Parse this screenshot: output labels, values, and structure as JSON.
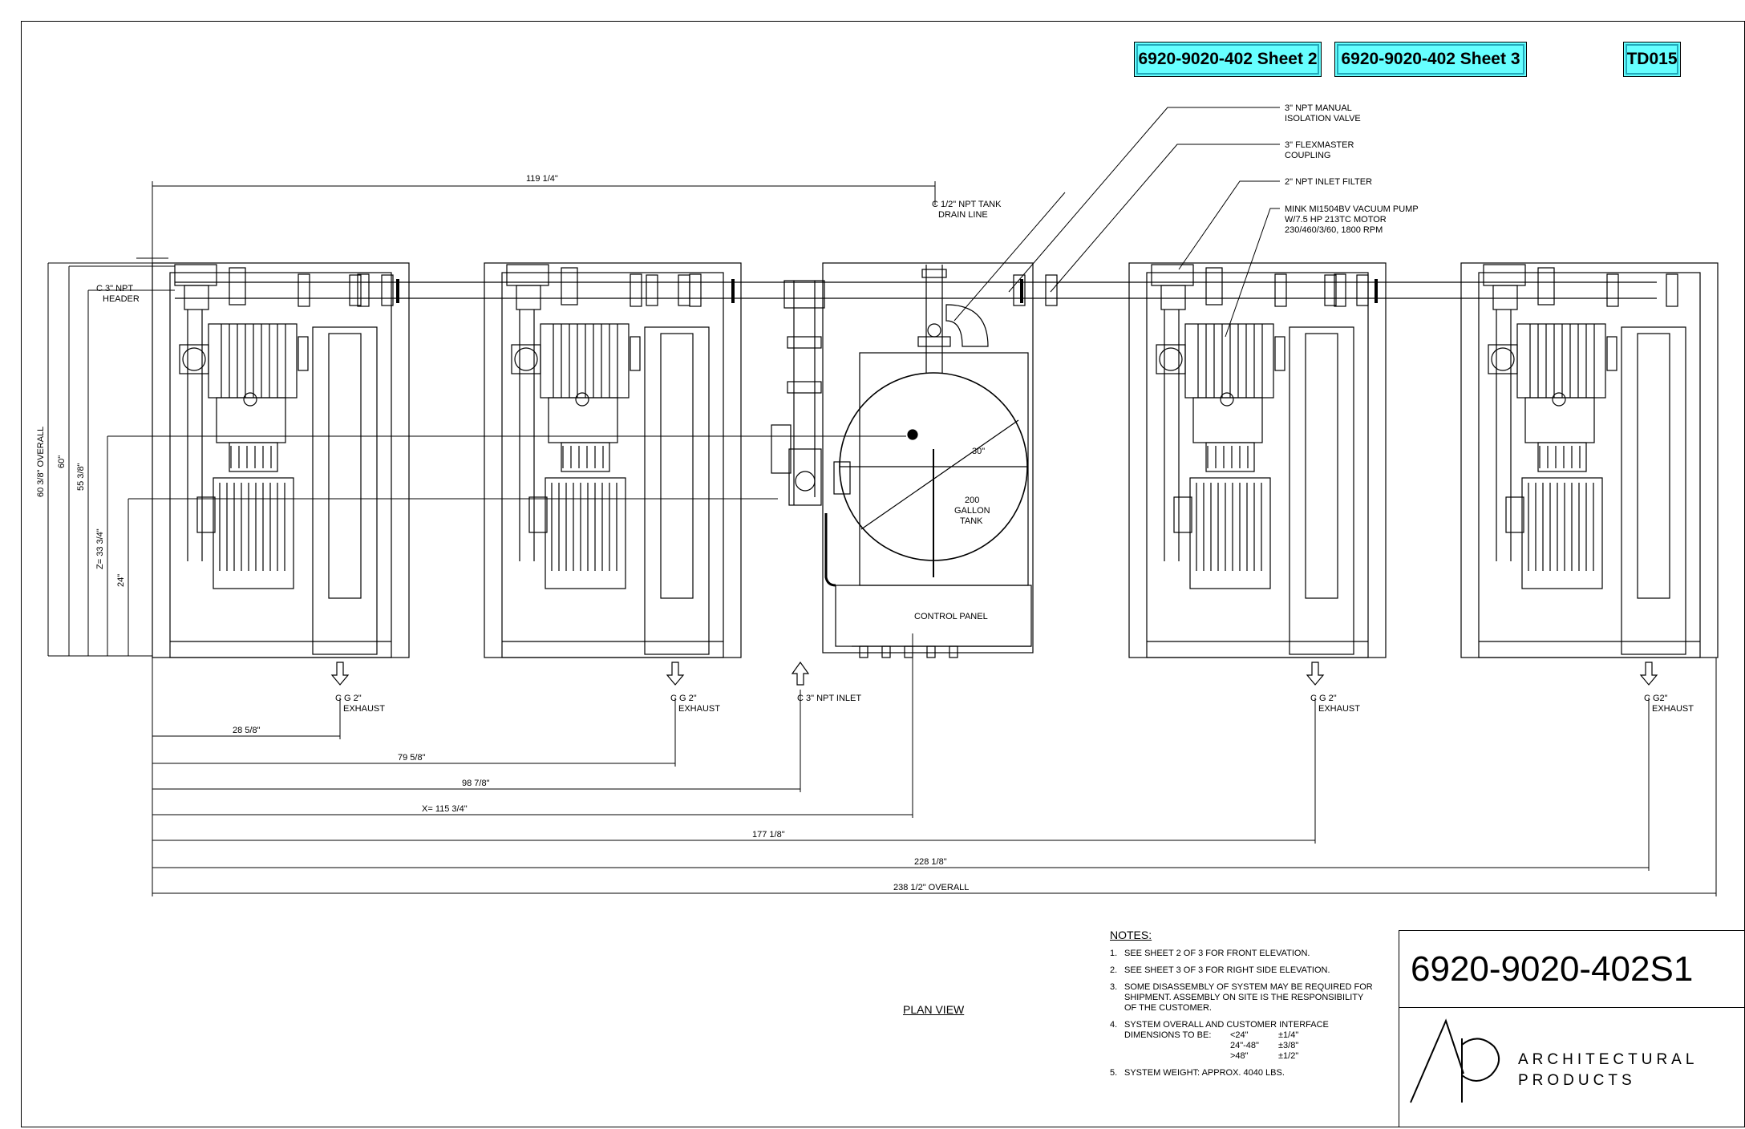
{
  "links": {
    "sheet2": "6920-9020-402 Sheet 2",
    "sheet3": "6920-9020-402 Sheet 3",
    "td": "TD015"
  },
  "callouts": {
    "valve_1": "3\" NPT MANUAL",
    "valve_2": "ISOLATION VALVE",
    "coupling_1": "3\" FLEXMASTER",
    "coupling_2": "COUPLING",
    "filter": "2\" NPT INLET FILTER",
    "pump_1": "MINK MI1504BV VACUUM PUMP",
    "pump_2": "W/7.5 HP 213TC MOTOR",
    "pump_3": "230/460/3/60, 1800 RPM",
    "drain_1": "C 1/2\" NPT TANK",
    "drain_2": "DRAIN LINE",
    "header_1": "C 3\" NPT",
    "header_2": "HEADER",
    "tank_diameter": "30\"",
    "tank_1": "200",
    "tank_2": "GALLON",
    "tank_3": "TANK",
    "control_panel": "CONTROL PANEL",
    "exhaust_a": "C G 2\"",
    "exhaust_b": "C G 2\"",
    "exhaust_c": "C G 2\"",
    "exhaust_d": "C G2\"",
    "exhaust_label": "EXHAUST",
    "inlet": "C 3\" NPT INLET"
  },
  "dimensions": {
    "top": "119 1/4\"",
    "v_overall": "60 3/8\"  OVERALL",
    "v_60": "60\"",
    "v_55": "55 3/8\"",
    "v_z": "Z= 33 3/4\"",
    "v_24": "24\"",
    "d1": "28 5/8\"",
    "d2": "79 5/8\"",
    "d3": "98 7/8\"",
    "d4": "X= 115 3/4\"",
    "d5": "177 1/8\"",
    "d6": "228 1/8\"",
    "d7": "238 1/2\"  OVERALL"
  },
  "plan_view": "PLAN VIEW",
  "notes": {
    "title": "NOTES:",
    "n1": "SEE SHEET 2 OF 3 FOR FRONT ELEVATION.",
    "n2": "SEE SHEET 3 OF 3 FOR RIGHT SIDE ELEVATION.",
    "n3": "SOME DISASSEMBLY OF SYSTEM MAY BE REQUIRED FOR SHIPMENT.  ASSEMBLY ON SITE IS THE RESPONSIBILITY OF THE CUSTOMER.",
    "n4": "SYSTEM OVERALL AND CUSTOMER INTERFACE DIMENSIONS TO BE:",
    "tol": [
      "<24\"",
      "±1/4\"",
      "24\"-48\"",
      "±3/8\"",
      ">48\"",
      "±1/2\""
    ],
    "n5": "SYSTEM WEIGHT: APPROX. 4040 LBS."
  },
  "title_block": {
    "number": "6920-9020-402S1",
    "company_1": "ARCHITECTURAL",
    "company_2": "PRODUCTS"
  }
}
